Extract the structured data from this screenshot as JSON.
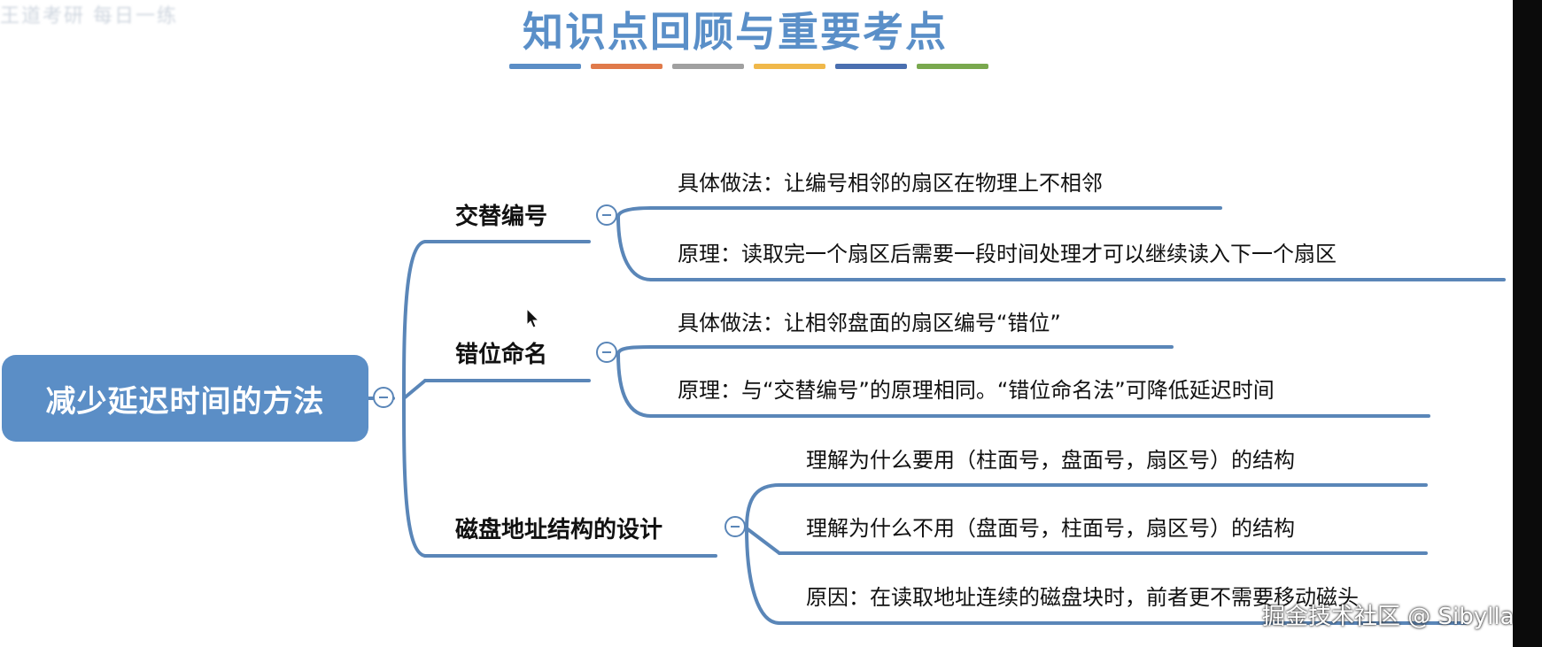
{
  "title": "知识点回顾与重要考点",
  "title_color": "#5a8fc8",
  "stripe_colors": [
    "#5b8ec6",
    "#e07a4a",
    "#a0a0a0",
    "#f0b84a",
    "#4a6fb0",
    "#79a84e"
  ],
  "corner_smudge": "王道考研 每日一练",
  "mindmap": {
    "central": "减少延迟时间的方法",
    "branches": [
      {
        "label": "交替编号",
        "children": [
          "具体做法：让编号相邻的扇区在物理上不相邻",
          "原理：读取完一个扇区后需要一段时间处理才可以继续读入下一个扇区"
        ]
      },
      {
        "label": "错位命名",
        "children": [
          "具体做法：让相邻盘面的扇区编号“错位”",
          "原理：与“交替编号”的原理相同。“错位命名法”可降低延迟时间"
        ]
      },
      {
        "label": "磁盘地址结构的设计",
        "children": [
          "理解为什么要用（柱面号，盘面号，扇区号）的结构",
          "理解为什么不用（盘面号，柱面号，扇区号）的结构",
          "原因：在读取地址连续的磁盘块时，前者更不需要移动磁头"
        ]
      }
    ]
  },
  "line_color": "#5a86b8",
  "central_color": "#5b8ec6",
  "watermark": "掘金技术社区 @ Sibyllala"
}
